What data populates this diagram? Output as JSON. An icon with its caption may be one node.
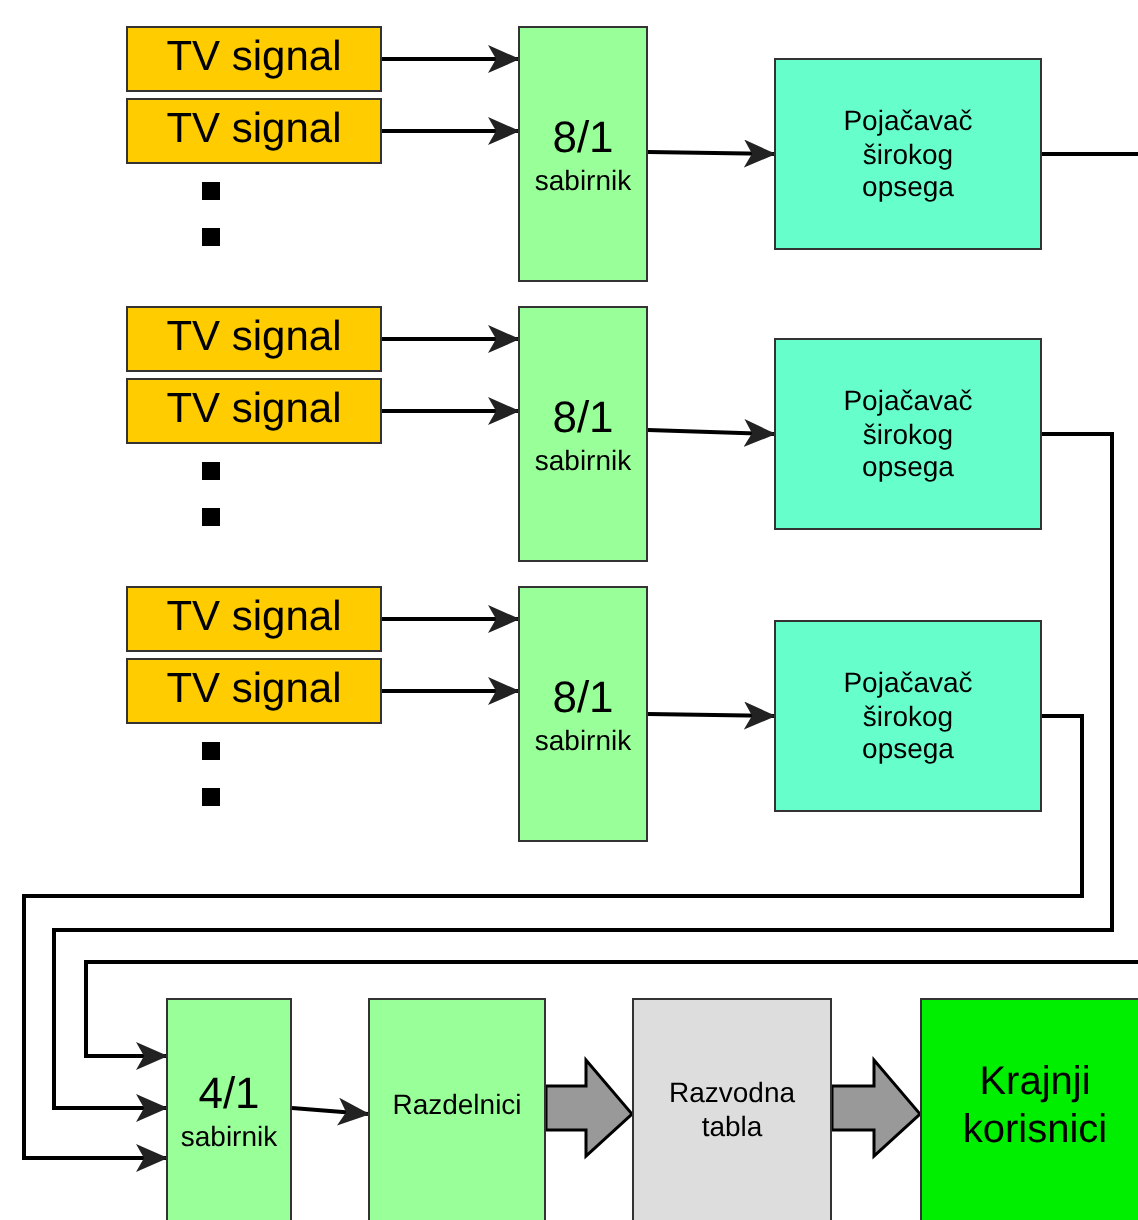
{
  "diagram": {
    "nodes": [
      {
        "text": [
          "TV signal"
        ]
      },
      {
        "text": [
          "TV signal"
        ]
      },
      {
        "text": [
          "8/1",
          "sabirnik"
        ]
      },
      {
        "text": [
          "Pojačavač širokog opsega"
        ]
      },
      {
        "text": [
          "TV signal"
        ]
      },
      {
        "text": [
          "TV signal"
        ]
      },
      {
        "text": [
          "8/1",
          "sabirnik"
        ]
      },
      {
        "text": [
          "Pojačavač širokog opsega"
        ]
      },
      {
        "text": [
          "TV signal"
        ]
      },
      {
        "text": [
          "TV signal"
        ]
      },
      {
        "text": [
          "8/1",
          "sabirnik"
        ]
      },
      {
        "text": [
          "Pojačavač širokog opsega"
        ]
      },
      {
        "text": [
          "4/1",
          "sabirnik"
        ]
      },
      {
        "text": [
          "Razdelnici"
        ]
      },
      {
        "text": [
          "Razvodna tabla"
        ]
      },
      {
        "text": [
          "Krajnji korisnici"
        ]
      }
    ],
    "edges": [
      {
        "from": 0,
        "to": 2,
        "arrow": "to"
      },
      {
        "from": 1,
        "to": 2,
        "arrow": "to"
      },
      {
        "from": 2,
        "to": 3,
        "arrow": "to"
      },
      {
        "from": 4,
        "to": 6,
        "arrow": "to"
      },
      {
        "from": 5,
        "to": 6,
        "arrow": "to"
      },
      {
        "from": 6,
        "to": 7,
        "arrow": "to"
      },
      {
        "from": 8,
        "to": 10,
        "arrow": "to"
      },
      {
        "from": 9,
        "to": 10,
        "arrow": "to"
      },
      {
        "from": 10,
        "to": 11,
        "arrow": "to"
      },
      {
        "from": 3,
        "to": 12,
        "arrow": "to"
      },
      {
        "from": 7,
        "to": 12,
        "arrow": "to"
      },
      {
        "from": 11,
        "to": 12,
        "arrow": "to"
      },
      {
        "from": 12,
        "to": 13,
        "arrow": "to"
      },
      {
        "from": 13,
        "to": 14,
        "arrow": "to",
        "style": "thick",
        "color": "#999999"
      },
      {
        "from": 14,
        "to": 15,
        "arrow": "to",
        "style": "thick",
        "color": "#999999"
      }
    ]
  }
}
